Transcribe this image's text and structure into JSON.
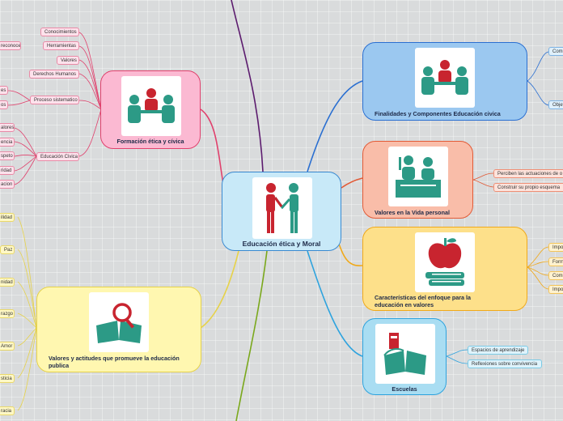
{
  "central": {
    "title": "Educación ética y Moral"
  },
  "branches": {
    "formacion": {
      "title": "Formación ética y cívica",
      "items": [
        "Conocimientos",
        "Herramientas",
        "Valores",
        "Derechos Humanos",
        "Proceso sistematico",
        "Educación Civica"
      ],
      "left_items": [
        "reconocer",
        "es",
        "os",
        "alores",
        "encia",
        "speto",
        "ridad",
        "acion"
      ]
    },
    "finalidades": {
      "title": "Finalidades y Componentes Educación civica",
      "items": [
        "Comp",
        "Objet"
      ]
    },
    "valores_personal": {
      "title": "Valores en la Vida personal",
      "items": [
        "Perciben las actuaciones de o",
        "Construir su propio esquema"
      ]
    },
    "caracteristicas": {
      "title": "Características del enfoque para la educación en valores",
      "items": [
        "Impo",
        "Form",
        "Comp",
        "Impo"
      ]
    },
    "escuelas": {
      "title": "Escuelas",
      "items": [
        "Espacios de aprendizaje",
        "Reflexiones sobre convivencia"
      ]
    },
    "valores_actitudes": {
      "title": "Valores y actitudes que promueve la educación publica",
      "items": [
        "ilidad",
        "Paz",
        "nidad",
        "razgo",
        "Amor",
        "sticia",
        "racia"
      ]
    }
  },
  "colors": {
    "pink_line": "#e0416d",
    "blue_line": "#2a6fd1",
    "salmon_line": "#e25a36",
    "orange_line": "#f0a91a",
    "cyan_line": "#2ea3de",
    "yellow_line": "#e6d24a",
    "purple_line": "#5c1b6e",
    "green_line": "#7aa81c",
    "icon_teal": "#2c9a86",
    "icon_red": "#c8242f"
  }
}
